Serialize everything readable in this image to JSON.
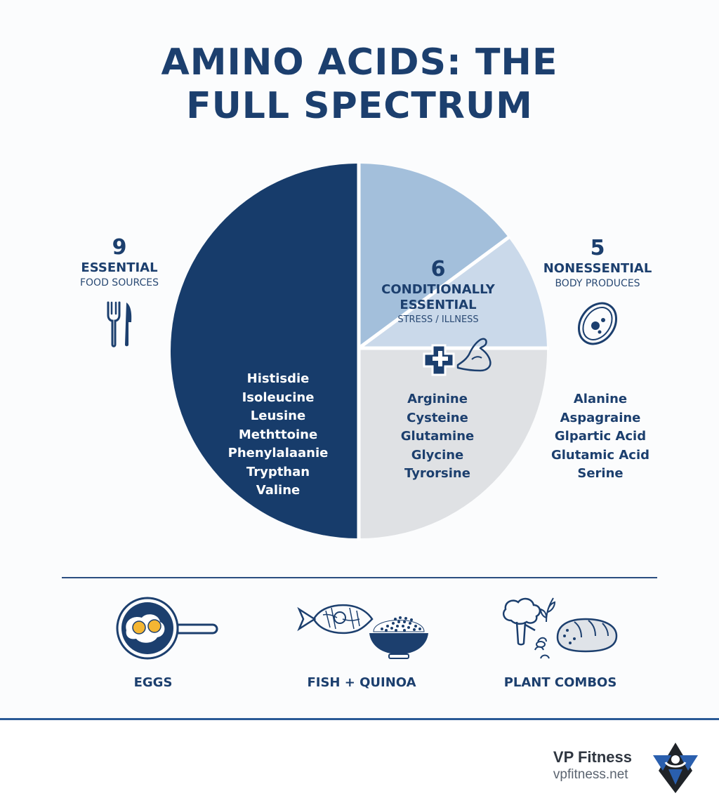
{
  "title_line1": "AMINO ACIDS: THE",
  "title_line2": "FULL SPECTRUM",
  "colors": {
    "essential": "#173c6b",
    "conditional_top": "#a3bfdb",
    "conditional_mid": "#cad9ea",
    "nonessential": "#dfe1e4",
    "accent": "#1c3f6e"
  },
  "essential": {
    "count": "9",
    "label": "ESSENTIAL",
    "sub": "FOOD SOURCES",
    "icon": "fork-knife-icon",
    "items": [
      "Histisdie",
      "Isoleucine",
      "Leusine",
      "Methttoine",
      "Phenylalaanie",
      "Trypthan",
      "Valine"
    ]
  },
  "conditional": {
    "count": "6",
    "label_line1": "CONDITIONALLY",
    "label_line2": "ESSENTIAL",
    "sub": "STRESS / ILLNESS",
    "icon": "medical-cross-muscle-icon",
    "items": [
      "Arginine",
      "Cysteine",
      "Glutamine",
      "Glycine",
      "Tyrorsine"
    ]
  },
  "nonessential": {
    "count": "5",
    "label": "NONESSENTIAL",
    "sub": "BODY PRODUCES",
    "icon": "cell-icon",
    "items": [
      "Alanine",
      "Aspagraine",
      "Glpartic Acid",
      "Glutamic Acid",
      "Serine"
    ]
  },
  "foods": [
    {
      "label": "EGGS",
      "icon": "eggs-pan-icon"
    },
    {
      "label": "FISH + QUINOA",
      "icon": "fish-quinoa-icon"
    },
    {
      "label": "PLANT COMBOS",
      "icon": "plant-combos-icon"
    }
  ],
  "brand": {
    "name": "VP Fitness",
    "url": "vpfitness.net",
    "icon": "vp-logo-icon"
  }
}
